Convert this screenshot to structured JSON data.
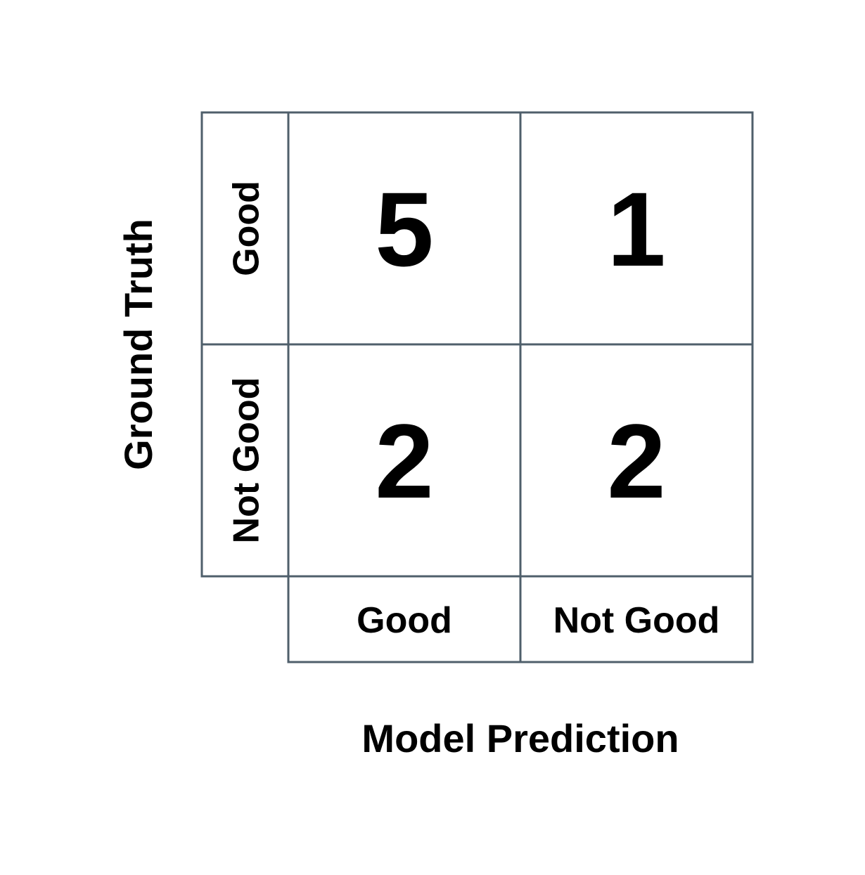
{
  "chart_data": {
    "type": "heatmap",
    "title": "",
    "xlabel": "Model Prediction",
    "ylabel": "Ground Truth",
    "x_categories": [
      "Good",
      "Not Good"
    ],
    "y_categories": [
      "Good",
      "Not Good"
    ],
    "values": [
      [
        5,
        1
      ],
      [
        2,
        2
      ]
    ],
    "colors": {
      "grid": "#4f5f6b",
      "text": "#000000",
      "background": "#ffffff"
    }
  }
}
